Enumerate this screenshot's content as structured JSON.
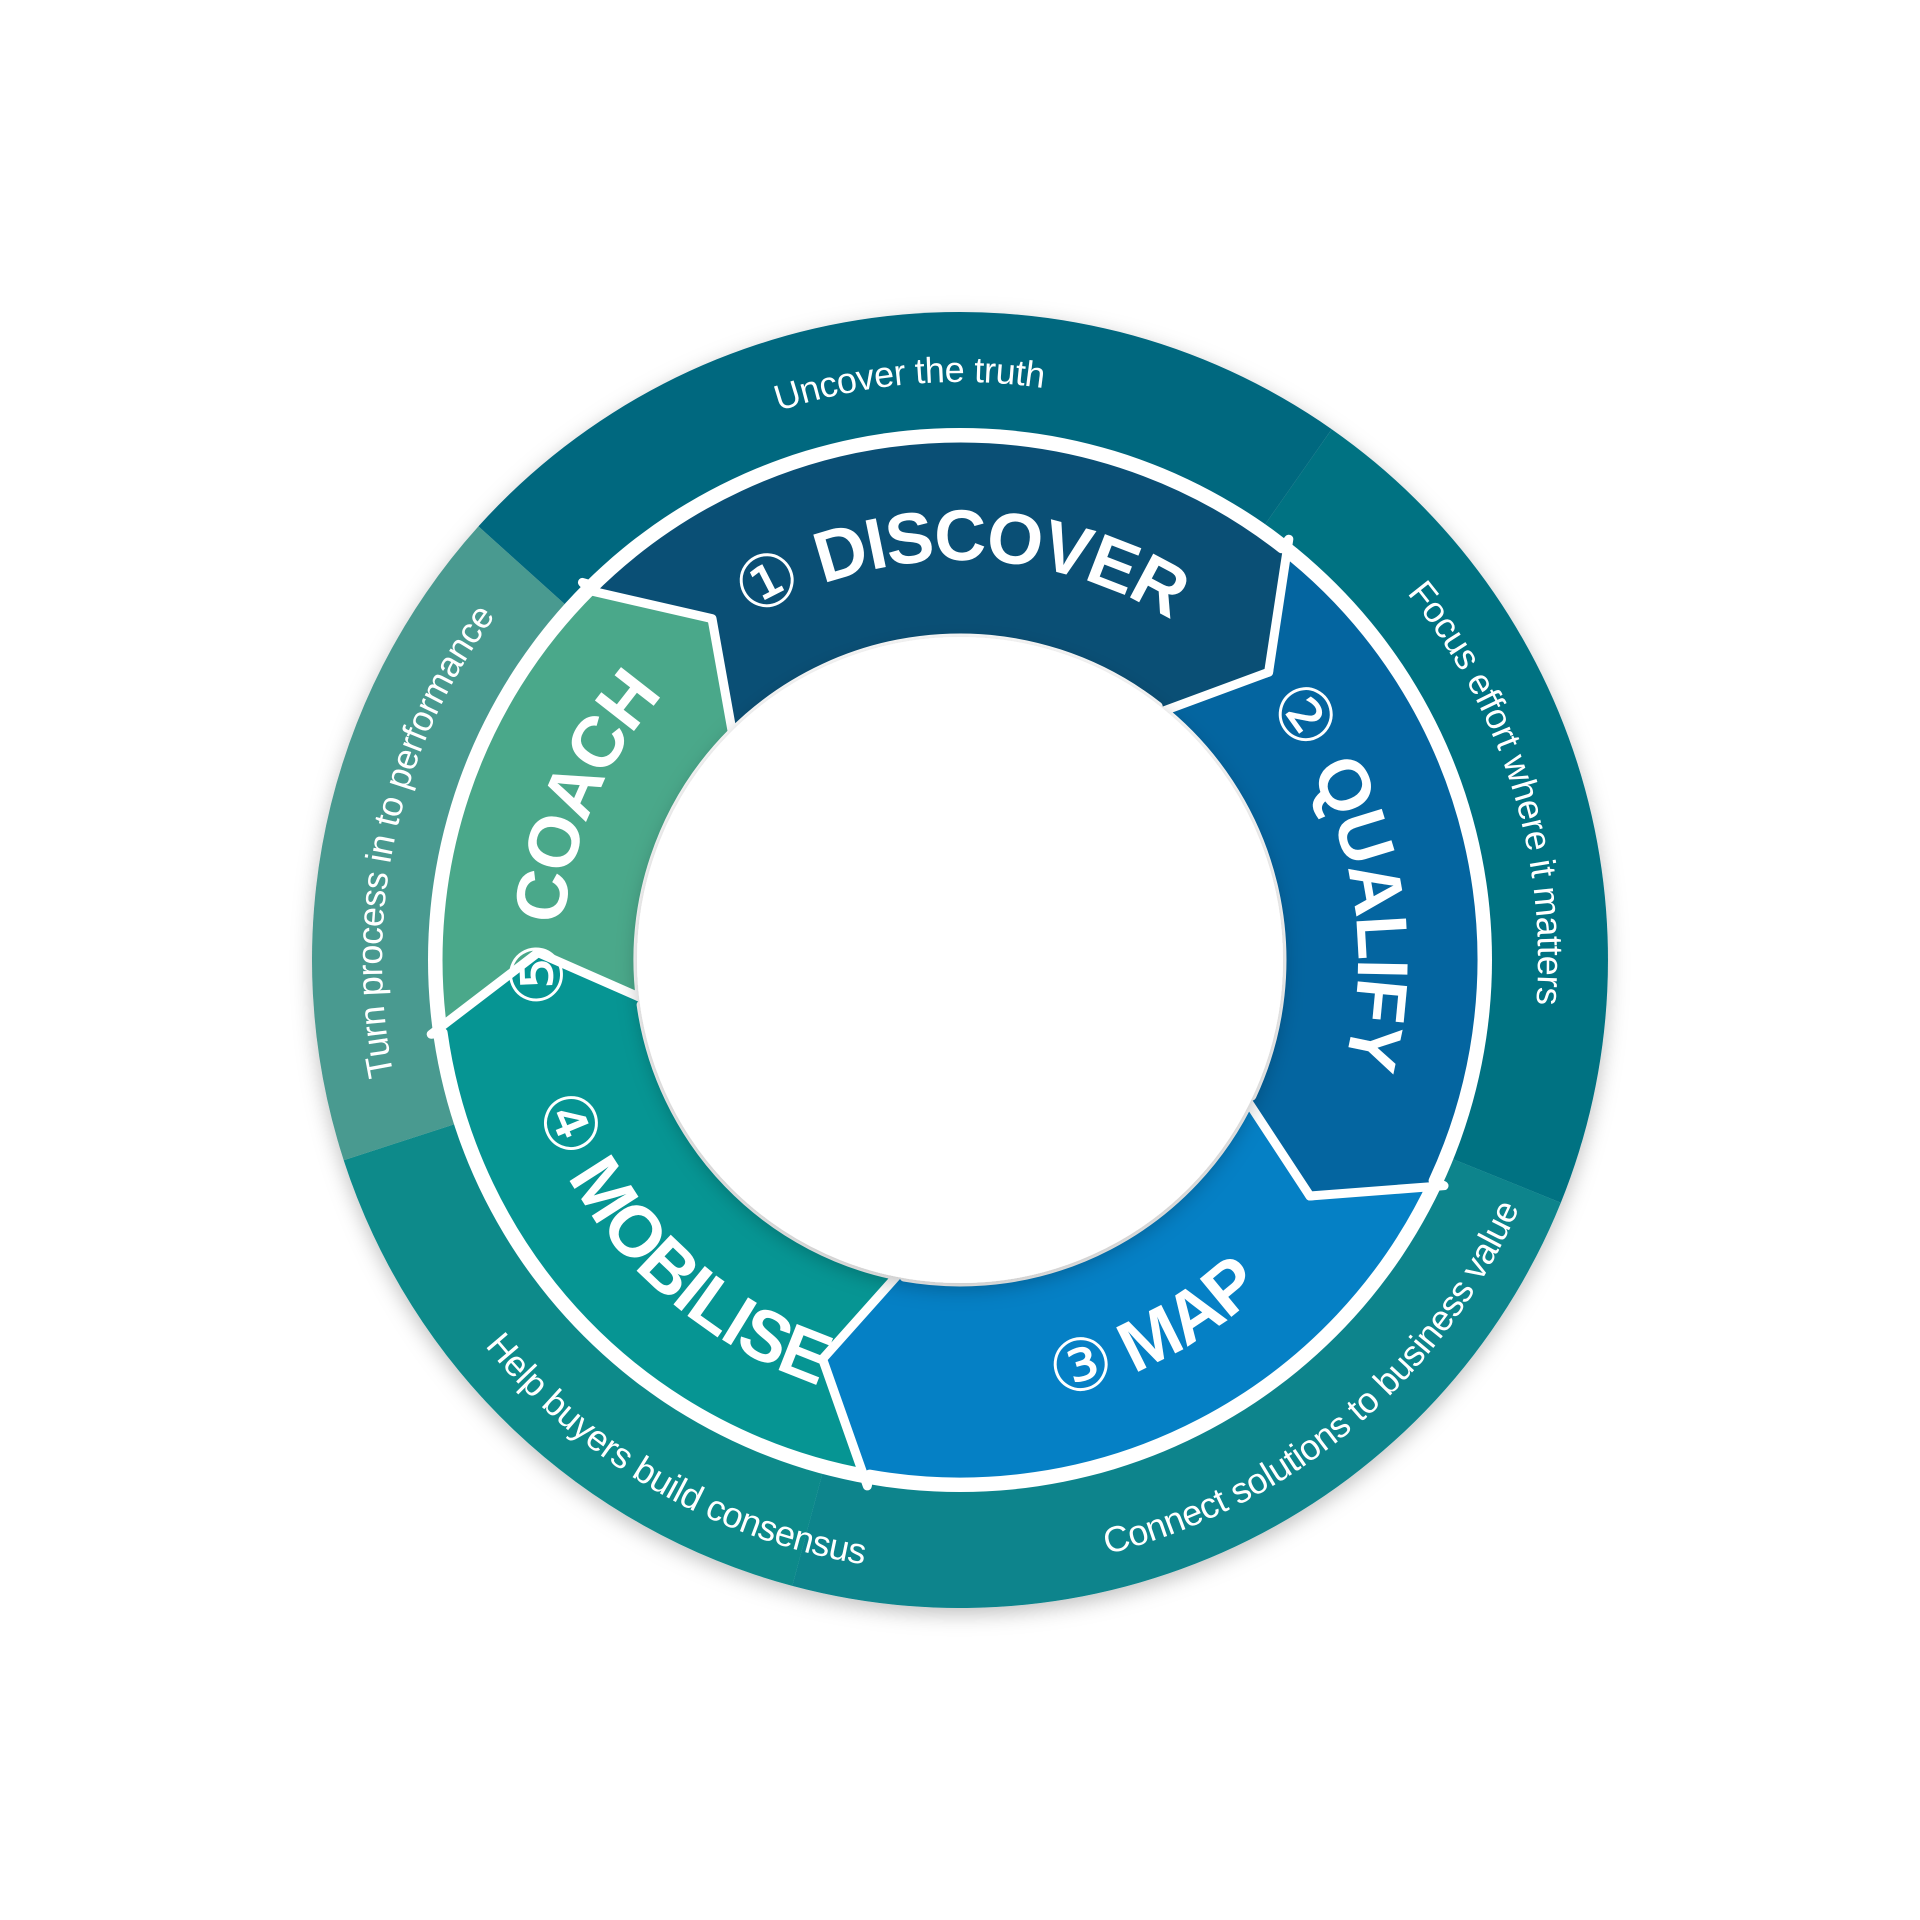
{
  "colors": {
    "band": [
      "#06677f",
      "#057282",
      "#07848c",
      "#088a8a",
      "#4a9a90"
    ],
    "segments": [
      "#0a4f75",
      "#0465a0",
      "#0580c5",
      "#069593",
      "#4aa88a"
    ]
  },
  "descriptions": [
    "Uncover the truth",
    "Focus effort where it matters",
    "Connect solutions to business value",
    "Help buyers build consensus",
    "Turn process in to performance"
  ],
  "steps": [
    {
      "badge": "①",
      "label": "DISCOVER"
    },
    {
      "badge": "②",
      "label": "QUALIFY"
    },
    {
      "badge": "③",
      "label": "MAP"
    },
    {
      "badge": "④",
      "label": "MOBILISE"
    },
    {
      "badge": "⑤",
      "label": "COACH"
    }
  ]
}
